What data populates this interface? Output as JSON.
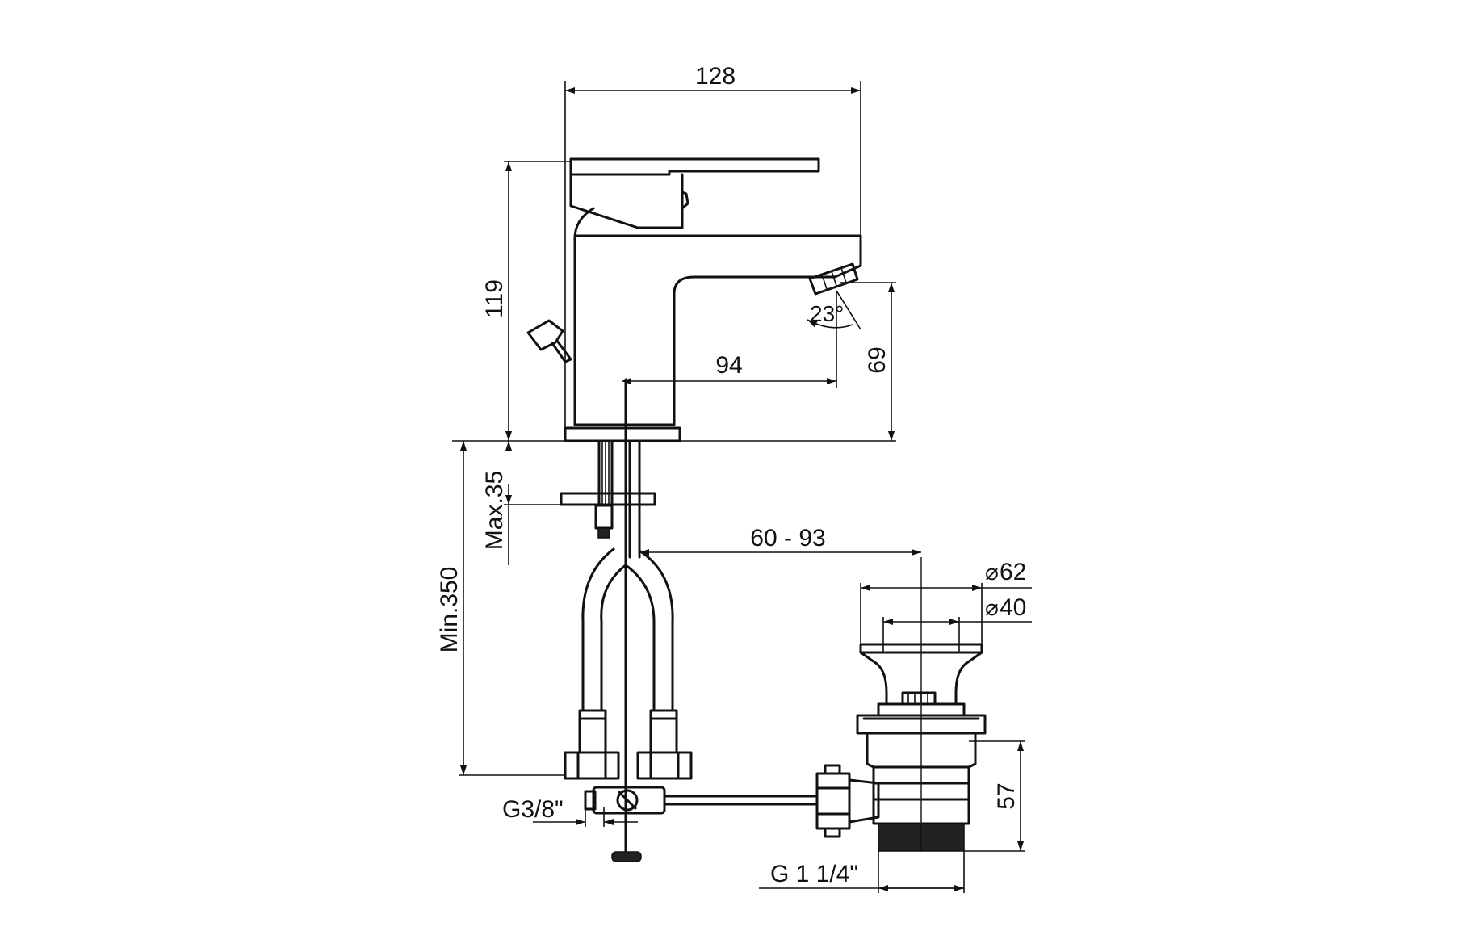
{
  "dimensions": {
    "width_total": "128",
    "height_body": "119",
    "spout_reach": "94",
    "spout_height": "69",
    "spray_angle": "23°",
    "max_thickness": "Max.35",
    "min_hose": "Min.350",
    "waste_offset": "60 - 93",
    "waste_outer_dia": "62",
    "waste_inner_dia": "40",
    "waste_height": "57",
    "inlet_thread": "G3/8\"",
    "waste_thread": "G 1 1/4\""
  },
  "symbols": {
    "diameter": "⌀"
  },
  "colors": {
    "line": "#111111",
    "background": "#ffffff"
  }
}
